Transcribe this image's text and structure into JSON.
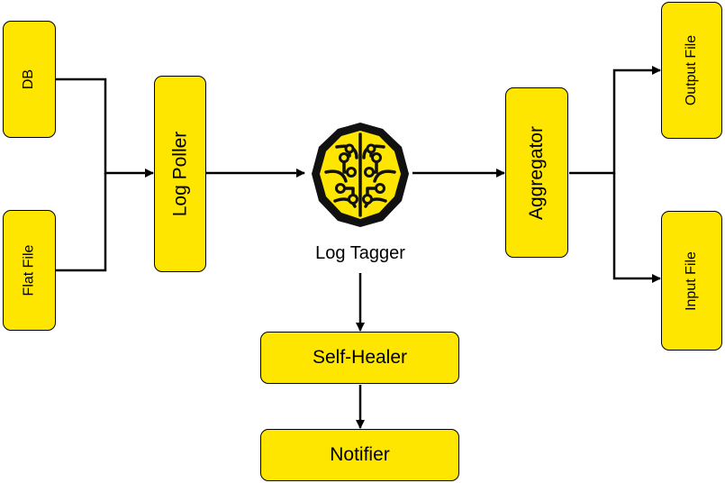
{
  "nodes": {
    "db": "DB",
    "flat_file": "Flat File",
    "log_poller": "Log Poller",
    "log_tagger": "Log Tagger",
    "aggregator": "Aggregator",
    "output_file": "Output File",
    "input_file": "Input File",
    "self_healer": "Self-Healer",
    "notifier": "Notifier"
  },
  "icons": {
    "log_tagger": "brain-circuit-icon"
  },
  "colors": {
    "node_fill": "#ffe600",
    "stroke": "#000000"
  }
}
